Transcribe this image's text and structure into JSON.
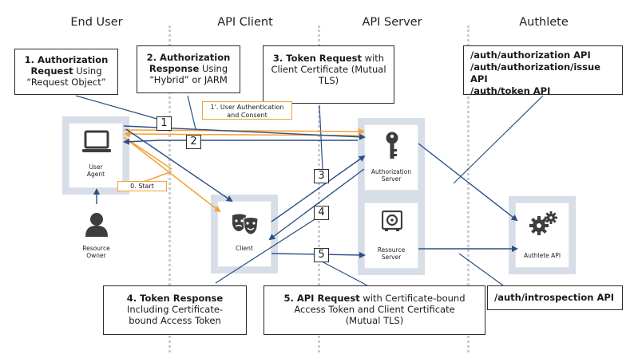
{
  "lanes": {
    "end_user": "End User",
    "api_client": "API Client",
    "api_server": "API Server",
    "authlete": "Authlete"
  },
  "callouts": {
    "c1": {
      "bold": "1. Authorization Request",
      "rest": " Using “Request Object”"
    },
    "c2": {
      "bold": "2. Authorization Response",
      "rest": " Using “Hybrid” or JARM"
    },
    "c3": {
      "bold": "3. Token Request",
      "rest": " with Client Certificate (Mutual TLS)"
    },
    "c4": {
      "bold": "4. Token Response",
      "rest": " Including Certificate-bound Access Token"
    },
    "c5": {
      "bold": "5. API Request",
      "rest": " with Certificate-bound Access Token and Client Certificate (Mutual TLS)"
    }
  },
  "apis": {
    "authlete_apis": [
      "/auth/authorization API",
      "/auth/authorization/issue API",
      "/auth/token API"
    ],
    "introspection": "/auth/introspection API"
  },
  "nodes": {
    "user_agent": "User Agent",
    "resource_owner": "Resource Owner",
    "client": "Client",
    "authorization_server": "Authorization Server",
    "resource_server": "Resource Server",
    "authlete_api": "Authlete API"
  },
  "steps": {
    "s1": "1",
    "s2": "2",
    "s3": "3",
    "s4": "4",
    "s5": "5",
    "auth_consent": "1'. User Authentication and Consent",
    "start": "0. Start"
  },
  "colors": {
    "arrow_blue": "#2b4f86",
    "arrow_orange": "#f3a23a",
    "panel": "#d7dee8",
    "icon_dark": "#3d3d3d"
  }
}
